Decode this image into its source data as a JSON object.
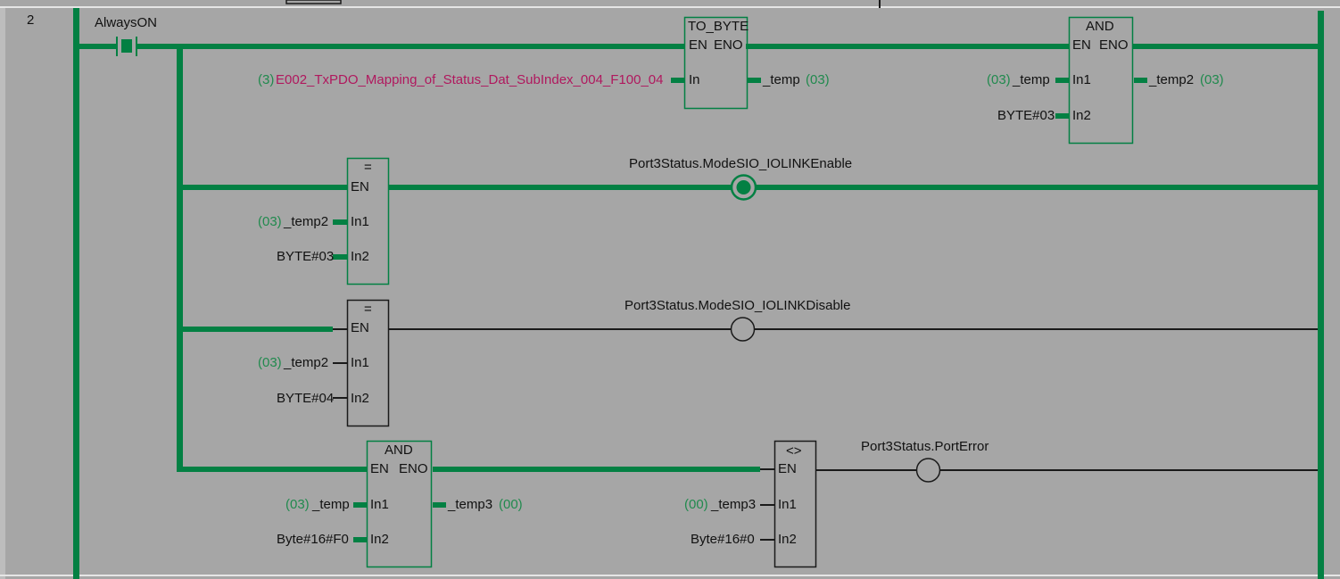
{
  "rung": {
    "number": "2"
  },
  "contact": {
    "label": "AlwaysON"
  },
  "to_byte": {
    "title": "TO_BYTE",
    "en": "EN",
    "eno": "ENO",
    "in": "In",
    "input_count": "(3)",
    "input_var": "E002_TxPDO_Mapping_of_Status_Dat_SubIndex_004_F100_04",
    "output_var": "_temp",
    "output_count": "(03)"
  },
  "and1": {
    "title": "AND",
    "en": "EN",
    "eno": "ENO",
    "in1": "In1",
    "in2": "In2",
    "in1_count": "(03)",
    "in1_var": "_temp",
    "in2_var": "BYTE#03",
    "output_var": "_temp2",
    "output_count": "(03)"
  },
  "eq1": {
    "title": "=",
    "en": "EN",
    "in1": "In1",
    "in2": "In2",
    "in1_count": "(03)",
    "in1_var": "_temp2",
    "in2_var": "BYTE#03",
    "coil_label": "Port3Status.ModeSIO_IOLINKEnable"
  },
  "eq2": {
    "title": "=",
    "en": "EN",
    "in1": "In1",
    "in2": "In2",
    "in1_count": "(03)",
    "in1_var": "_temp2",
    "in2_var": "BYTE#04",
    "coil_label": "Port3Status.ModeSIO_IOLINKDisable"
  },
  "and2": {
    "title": "AND",
    "en": "EN",
    "eno": "ENO",
    "in1": "In1",
    "in2": "In2",
    "in1_count": "(03)",
    "in1_var": "_temp",
    "in2_var": "Byte#16#F0",
    "output_var": "_temp3",
    "output_count": "(00)"
  },
  "ne1": {
    "title": "<>",
    "en": "EN",
    "in1": "In1",
    "in2": "In2",
    "in1_count": "(00)",
    "in1_var": "_temp3",
    "in2_var": "Byte#16#0",
    "coil_label": "Port3Status.PortError"
  },
  "colors": {
    "active": "#038043",
    "inactive": "#1a1a1a",
    "background": "#a6a6a6",
    "count": "#218a4e",
    "variable": "#b0185e"
  }
}
